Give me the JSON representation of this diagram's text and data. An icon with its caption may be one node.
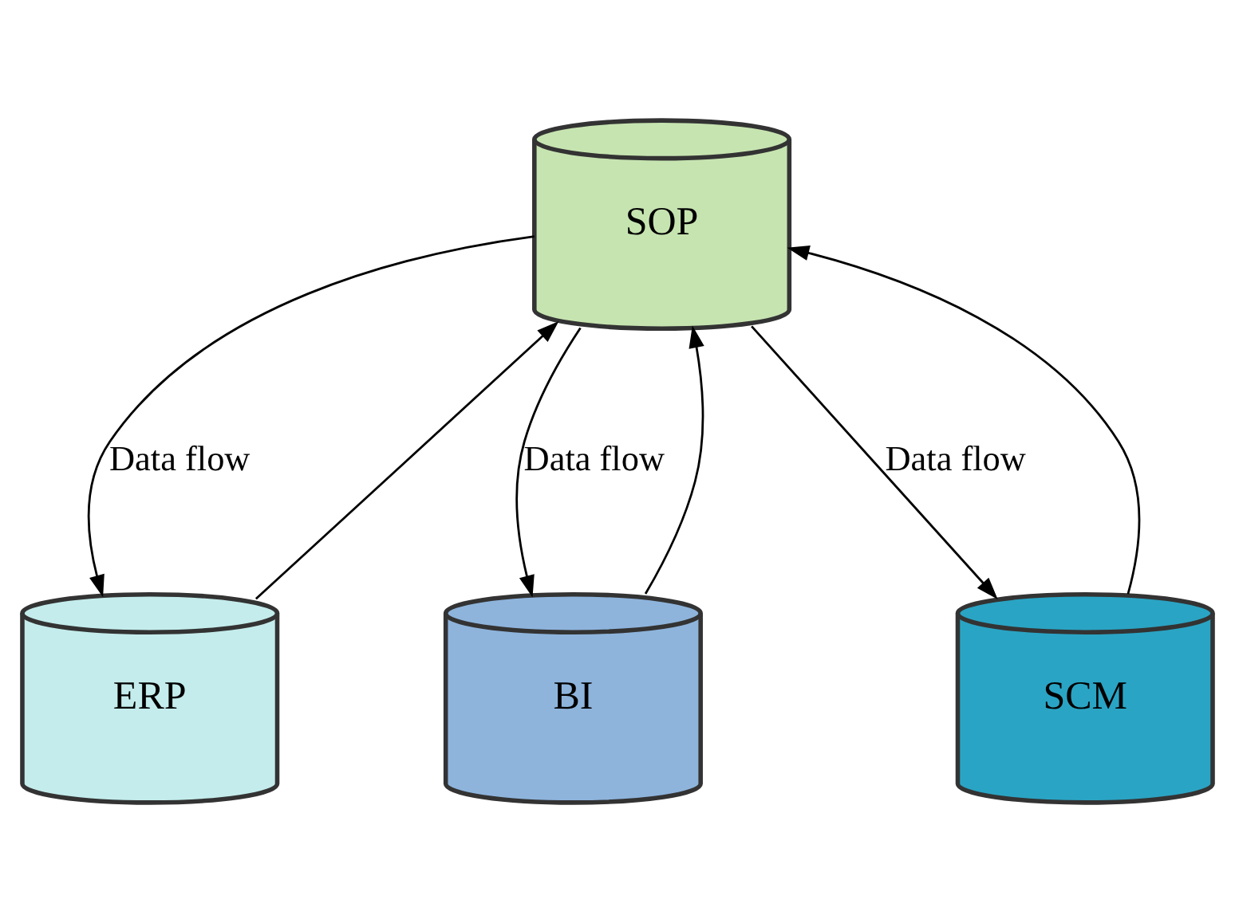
{
  "diagram": {
    "nodes": [
      {
        "text": [
          "SOP"
        ]
      },
      {
        "text": [
          "ERP"
        ]
      },
      {
        "text": [
          "BI"
        ]
      },
      {
        "text": [
          "SCM"
        ]
      }
    ],
    "edges": [
      {
        "from": 0,
        "to": 1,
        "arrow": "to",
        "label": "Data flow"
      },
      {
        "from": 1,
        "to": 0,
        "arrow": "to"
      },
      {
        "from": 2,
        "to": 0,
        "arrow": "to"
      },
      {
        "from": 0,
        "to": 2,
        "arrow": "to",
        "label": "Data flow"
      },
      {
        "from": 3,
        "to": 0,
        "arrow": "to"
      },
      {
        "from": 0,
        "to": 3,
        "arrow": "to",
        "label": "Data flow"
      }
    ]
  }
}
